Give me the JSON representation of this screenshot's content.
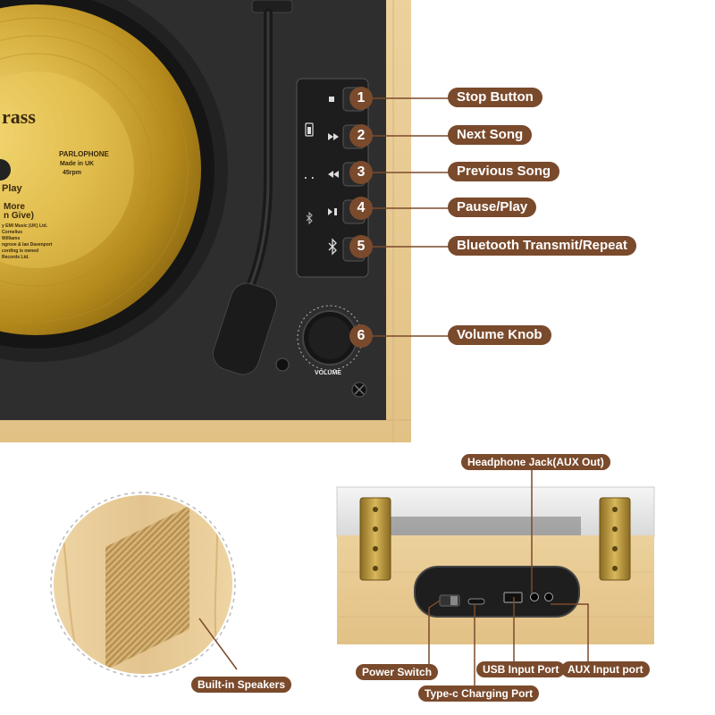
{
  "record_label": {
    "title": "rass",
    "brand": "PARLOPHONE",
    "made_in": "Made in UK",
    "catalog": "45rpm",
    "line_play": "Play",
    "line_more": "More",
    "line_give": "n Give)",
    "credit_1": "y EMI Music (UK) Ltd.",
    "credit_2": "Cornelius",
    "credit_3": "Williams",
    "credit_4": "ngrove & Ian Davenport",
    "credit_5": "cording is owned",
    "credit_6": "Records Ltd."
  },
  "volume_knob_text": "VOLUME",
  "controls": [
    {
      "num": "1",
      "label": "Stop Button"
    },
    {
      "num": "2",
      "label": "Next Song"
    },
    {
      "num": "3",
      "label": "Previous Song"
    },
    {
      "num": "4",
      "label": "Pause/Play"
    },
    {
      "num": "5",
      "label": "Bluetooth Transmit/Repeat"
    },
    {
      "num": "6",
      "label": "Volume Knob"
    }
  ],
  "rear_ports": {
    "headphone": "Headphone Jack(AUX Out)",
    "power_switch": "Power Switch",
    "usb": "USB Input Port",
    "aux": "AUX Input port",
    "typec": "Type-c Charging Port"
  },
  "speaker_label": "Built-in Speakers",
  "colors": {
    "callout": "#7a4a2c",
    "wood": "#e8cc98",
    "panel": "#303030",
    "gold": "#c9a12a"
  }
}
